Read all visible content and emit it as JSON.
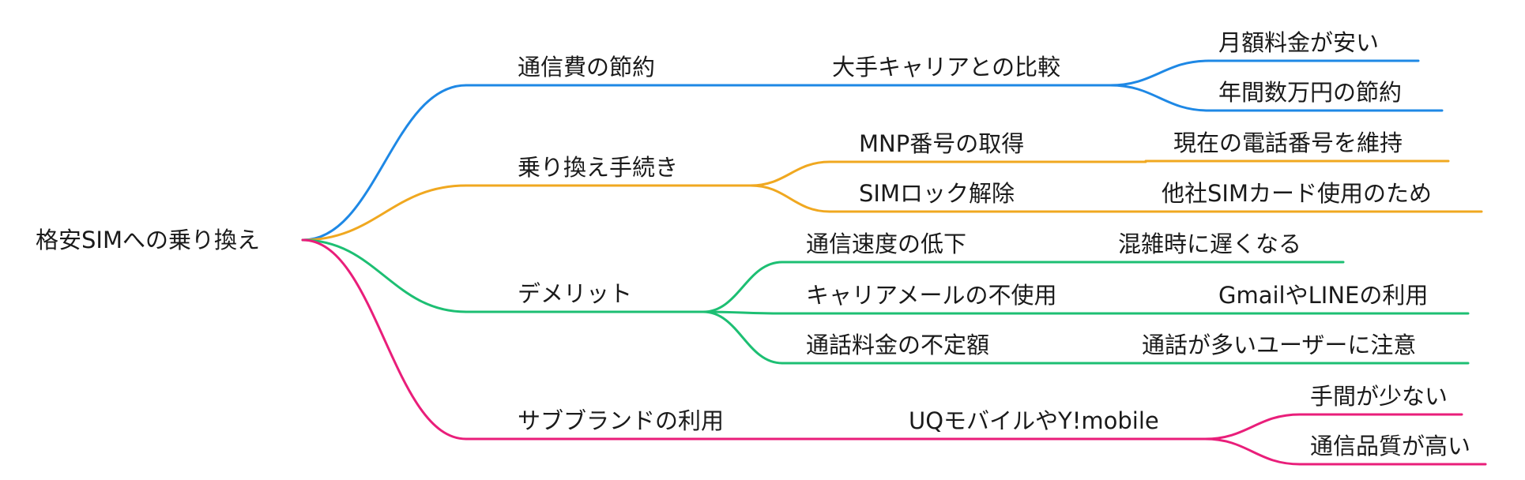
{
  "root": {
    "label": "格安SIMへの乗り換え"
  },
  "branches": [
    {
      "label": "通信費の節約",
      "color": "#1E88E5",
      "children": [
        {
          "label": "大手キャリアとの比較",
          "children": [
            {
              "label": "月額料金が安い"
            },
            {
              "label": "年間数万円の節約"
            }
          ]
        }
      ]
    },
    {
      "label": "乗り換え手続き",
      "color": "#F0A820",
      "children": [
        {
          "label": "MNP番号の取得",
          "children": [
            {
              "label": "現在の電話番号を維持"
            }
          ]
        },
        {
          "label": "SIMロック解除",
          "children": [
            {
              "label": "他社SIMカード使用のため"
            }
          ]
        }
      ]
    },
    {
      "label": "デメリット",
      "color": "#1DBF73",
      "children": [
        {
          "label": "通信速度の低下",
          "children": [
            {
              "label": "混雑時に遅くなる"
            }
          ]
        },
        {
          "label": "キャリアメールの不使用",
          "children": [
            {
              "label": "GmailやLINEの利用"
            }
          ]
        },
        {
          "label": "通話料金の不定額",
          "children": [
            {
              "label": "通話が多いユーザーに注意"
            }
          ]
        }
      ]
    },
    {
      "label": "サブブランドの利用",
      "color": "#E91E7A",
      "children": [
        {
          "label": "UQモバイルやY!mobile",
          "children": [
            {
              "label": "手間が少ない"
            },
            {
              "label": "通信品質が高い"
            }
          ]
        }
      ]
    }
  ]
}
